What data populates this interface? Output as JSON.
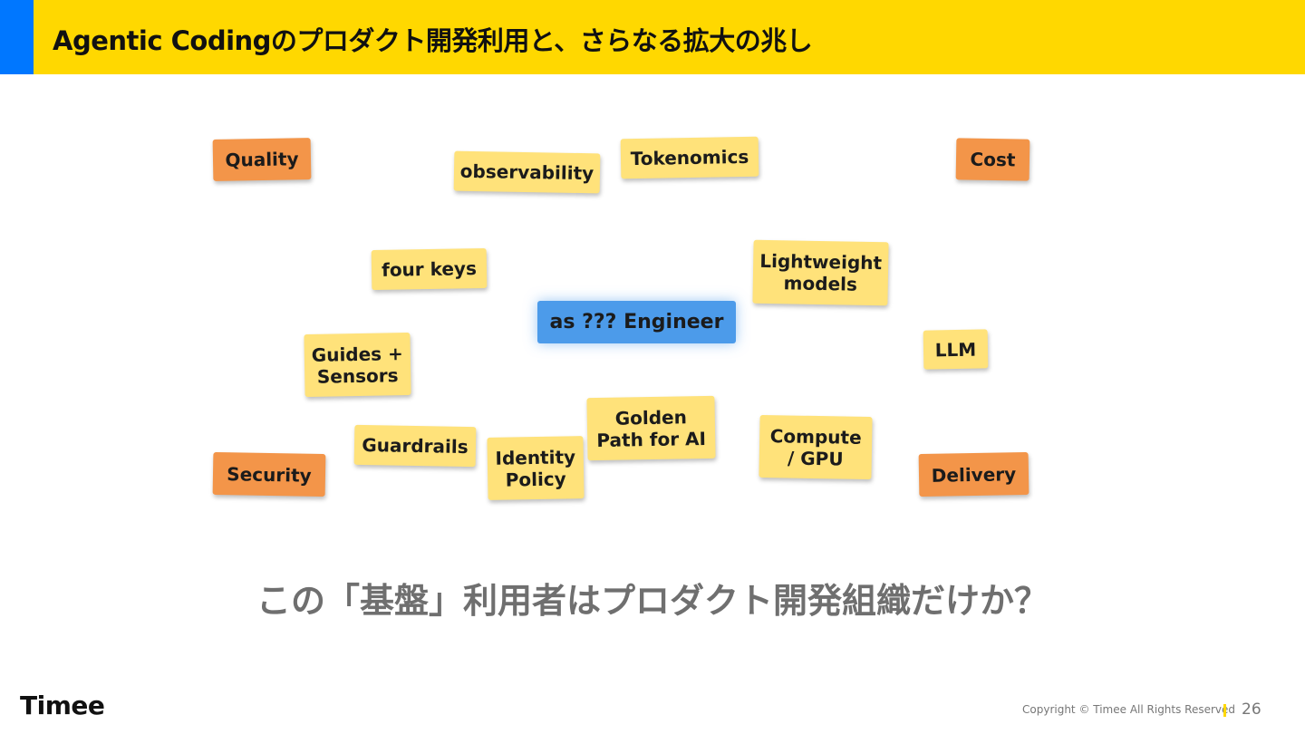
{
  "header": {
    "title": "Agentic Codingのプロダクト開発利用と、さらなる拡大の兆し",
    "background_color": "#FFD800",
    "accent_color": "#0077FF"
  },
  "notes": {
    "quality": "Quality",
    "observability": "observability",
    "tokenomics": "Tokenomics",
    "cost": "Cost",
    "four_keys": "four keys",
    "lightweight_models": "Lightweight\nmodels",
    "center": "as ??? Engineer",
    "guides_sensors": "Guides +\nSensors",
    "llm": "LLM",
    "golden_path": "Golden\nPath for AI",
    "guardrails": "Guardrails",
    "compute_gpu": "Compute\n/ GPU",
    "security": "Security",
    "identity_policy": "Identity\nPolicy",
    "delivery": "Delivery"
  },
  "colors": {
    "sticky_yellow": "#FFE27A",
    "sticky_orange": "#F39549",
    "sticky_blue": "#4C9BEA"
  },
  "question": "この「基盤」利用者はプロダクト開発組織だけか？",
  "footer": {
    "logo": "Timee",
    "copyright": "Copyright © Timee All Rights Reserved",
    "page_number": "26"
  }
}
